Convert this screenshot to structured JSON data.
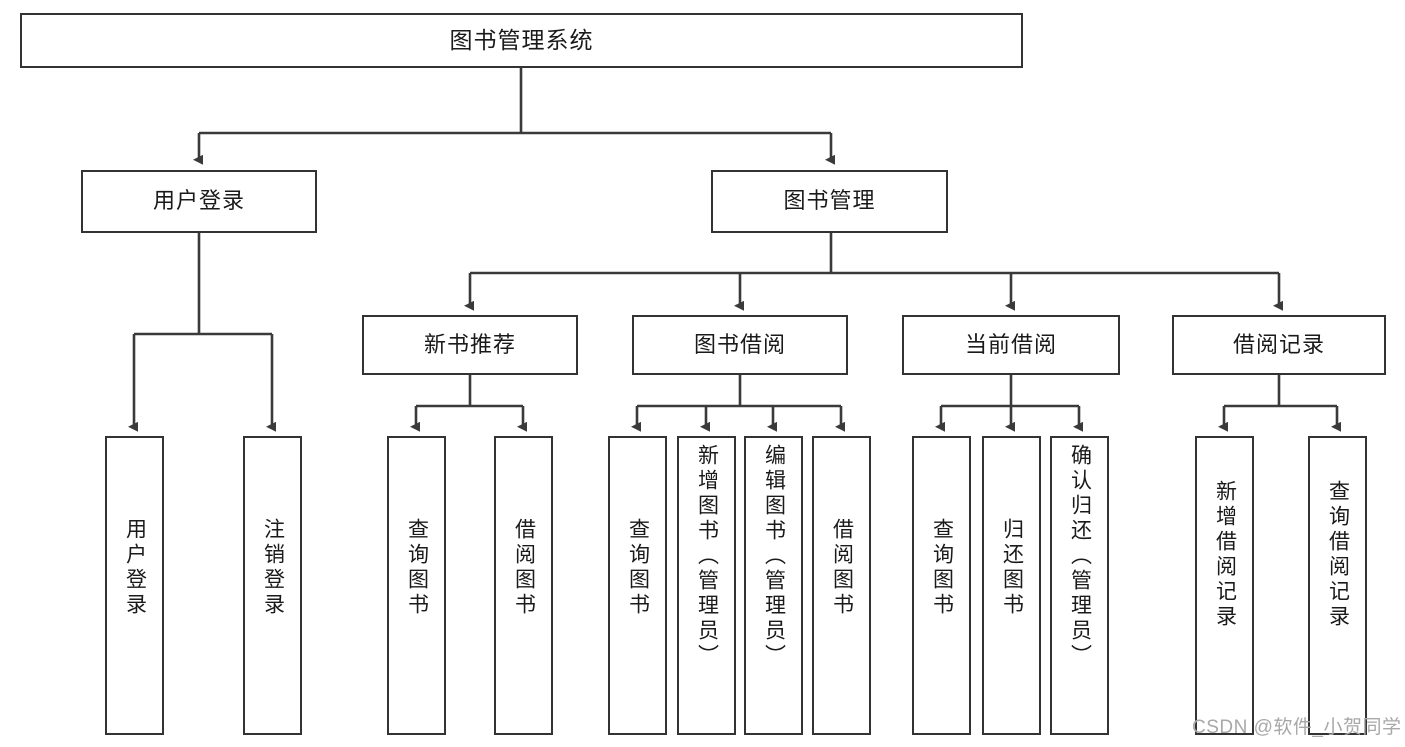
{
  "diagram": {
    "title": "图书管理系统",
    "watermark": "CSDN @软件_小贺同学",
    "root": {
      "id": "root",
      "label": "图书管理系统"
    },
    "level2": [
      {
        "id": "user-login",
        "label": "用户登录"
      },
      {
        "id": "book-manage",
        "label": "图书管理"
      }
    ],
    "level3": [
      {
        "id": "new-book-recommend",
        "label": "新书推荐"
      },
      {
        "id": "book-borrow",
        "label": "图书借阅"
      },
      {
        "id": "current-borrow",
        "label": "当前借阅"
      },
      {
        "id": "borrow-record",
        "label": "借阅记录"
      }
    ],
    "leaves": {
      "user_login": [
        {
          "id": "leaf-user-login",
          "label": "用户登录"
        },
        {
          "id": "leaf-logout-login",
          "label": "注销登录"
        }
      ],
      "new_book_recommend": [
        {
          "id": "leaf-query-book-1",
          "label": "查询图书"
        },
        {
          "id": "leaf-borrow-book-1",
          "label": "借阅图书"
        }
      ],
      "book_borrow": [
        {
          "id": "leaf-query-book-2",
          "label": "查询图书"
        },
        {
          "id": "leaf-add-book",
          "label": "新增图书（管理员）"
        },
        {
          "id": "leaf-edit-book",
          "label": "编辑图书（管理员）"
        },
        {
          "id": "leaf-borrow-book-2",
          "label": "借阅图书"
        }
      ],
      "current_borrow": [
        {
          "id": "leaf-query-book-3",
          "label": "查询图书"
        },
        {
          "id": "leaf-return-book",
          "label": "归还图书"
        },
        {
          "id": "leaf-confirm-return",
          "label": "确认归还（管理员）"
        }
      ],
      "borrow_record": [
        {
          "id": "leaf-add-record",
          "label": "新增借阅记录"
        },
        {
          "id": "leaf-query-record",
          "label": "查询借阅记录"
        }
      ]
    },
    "colors": {
      "border": "#333333",
      "text": "#1a1a1a",
      "background": "#ffffff",
      "edge": "#3a3a3a",
      "watermark": "#a8a8a8"
    }
  }
}
